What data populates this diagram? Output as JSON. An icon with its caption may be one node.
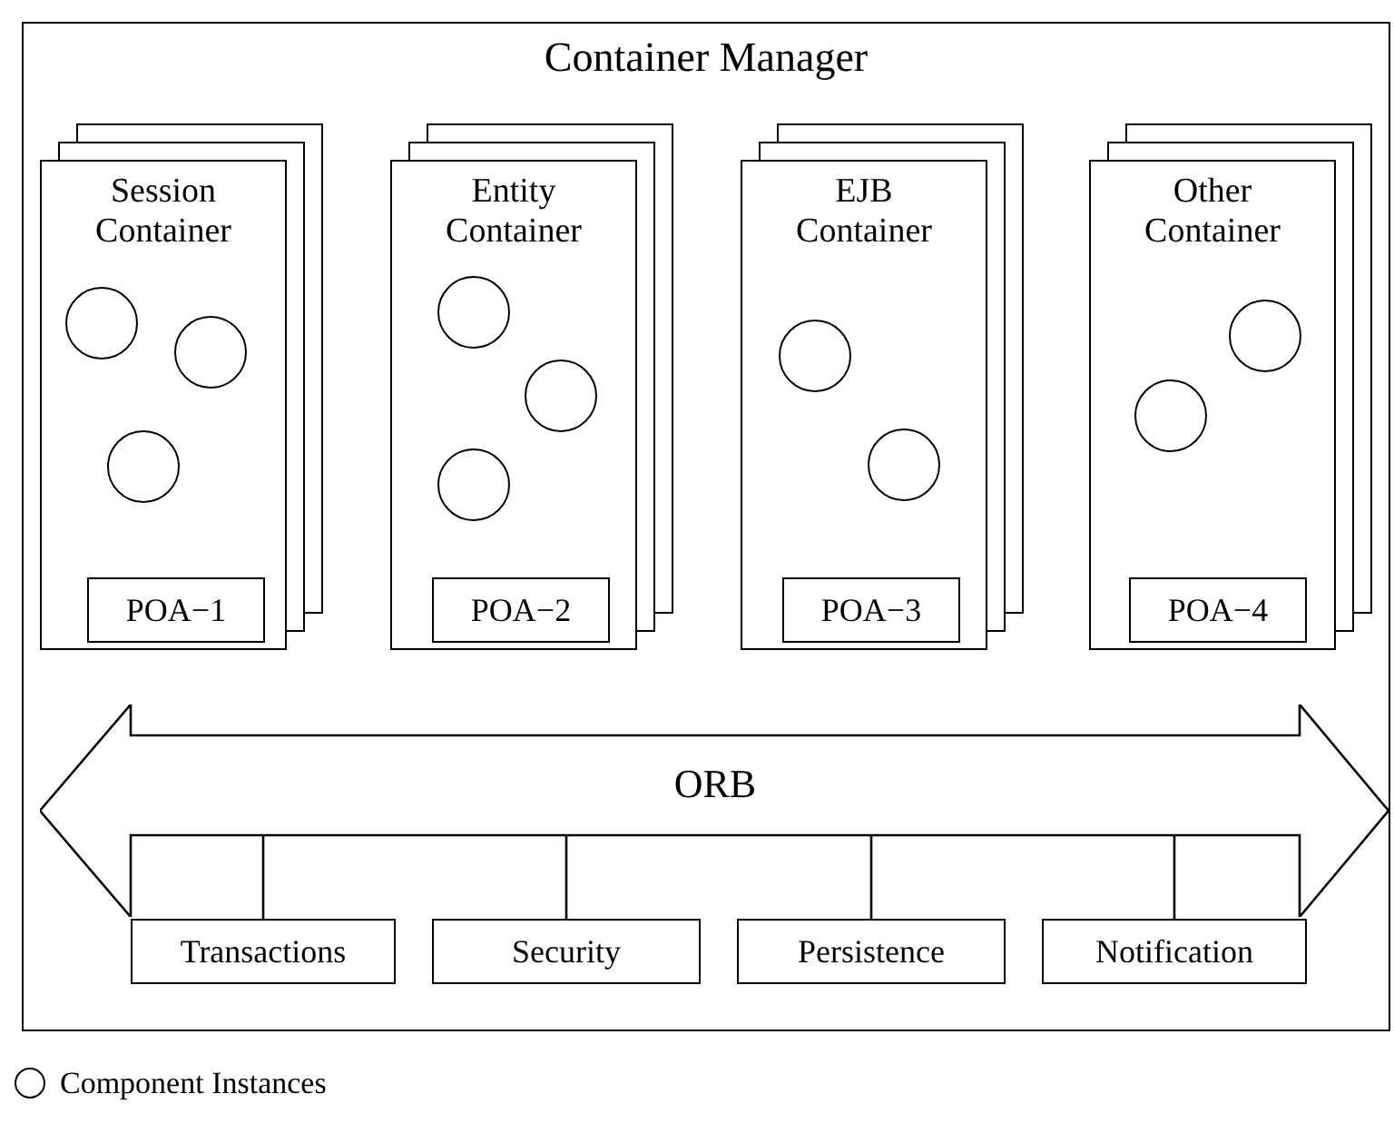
{
  "diagram": {
    "nodes": [
      {
        "text": [
          "Container Manager"
        ]
      },
      {
        "text": [
          "Session Container"
        ],
        "in": 0
      },
      {
        "text": [],
        "shape": "circle",
        "in": 1
      },
      {
        "text": [],
        "shape": "circle",
        "in": 1
      },
      {
        "text": [],
        "shape": "circle",
        "in": 1
      },
      {
        "text": [
          "POA−1"
        ],
        "in": 1
      },
      {
        "text": [
          "Entity Container"
        ],
        "in": 0
      },
      {
        "text": [],
        "shape": "circle",
        "in": 6
      },
      {
        "text": [],
        "shape": "circle",
        "in": 6
      },
      {
        "text": [],
        "shape": "circle",
        "in": 6
      },
      {
        "text": [
          "POA−2"
        ],
        "in": 6
      },
      {
        "text": [
          "EJB Container"
        ],
        "in": 0
      },
      {
        "text": [],
        "shape": "circle",
        "in": 11
      },
      {
        "text": [],
        "shape": "circle",
        "in": 11
      },
      {
        "text": [
          "POA−3"
        ],
        "in": 11
      },
      {
        "text": [
          "Other Container"
        ],
        "in": 0
      },
      {
        "text": [],
        "shape": "circle",
        "in": 15
      },
      {
        "text": [],
        "shape": "circle",
        "in": 15
      },
      {
        "text": [
          "POA−4"
        ],
        "in": 15
      },
      {
        "text": [
          "ORB"
        ],
        "in": 0
      },
      {
        "text": [
          "Transactions"
        ],
        "in": 0
      },
      {
        "text": [
          "Security"
        ],
        "in": 0
      },
      {
        "text": [
          "Persistence"
        ],
        "in": 0
      },
      {
        "text": [
          "Notification"
        ],
        "in": 0
      }
    ],
    "edges": [
      {
        "from": 19,
        "to": 20,
        "arrow": "none"
      },
      {
        "from": 19,
        "to": 21,
        "arrow": "none"
      },
      {
        "from": 19,
        "to": 22,
        "arrow": "none"
      },
      {
        "from": 19,
        "to": 23,
        "arrow": "none"
      }
    ],
    "legend": [
      {
        "text": "Component Instances"
      }
    ]
  }
}
